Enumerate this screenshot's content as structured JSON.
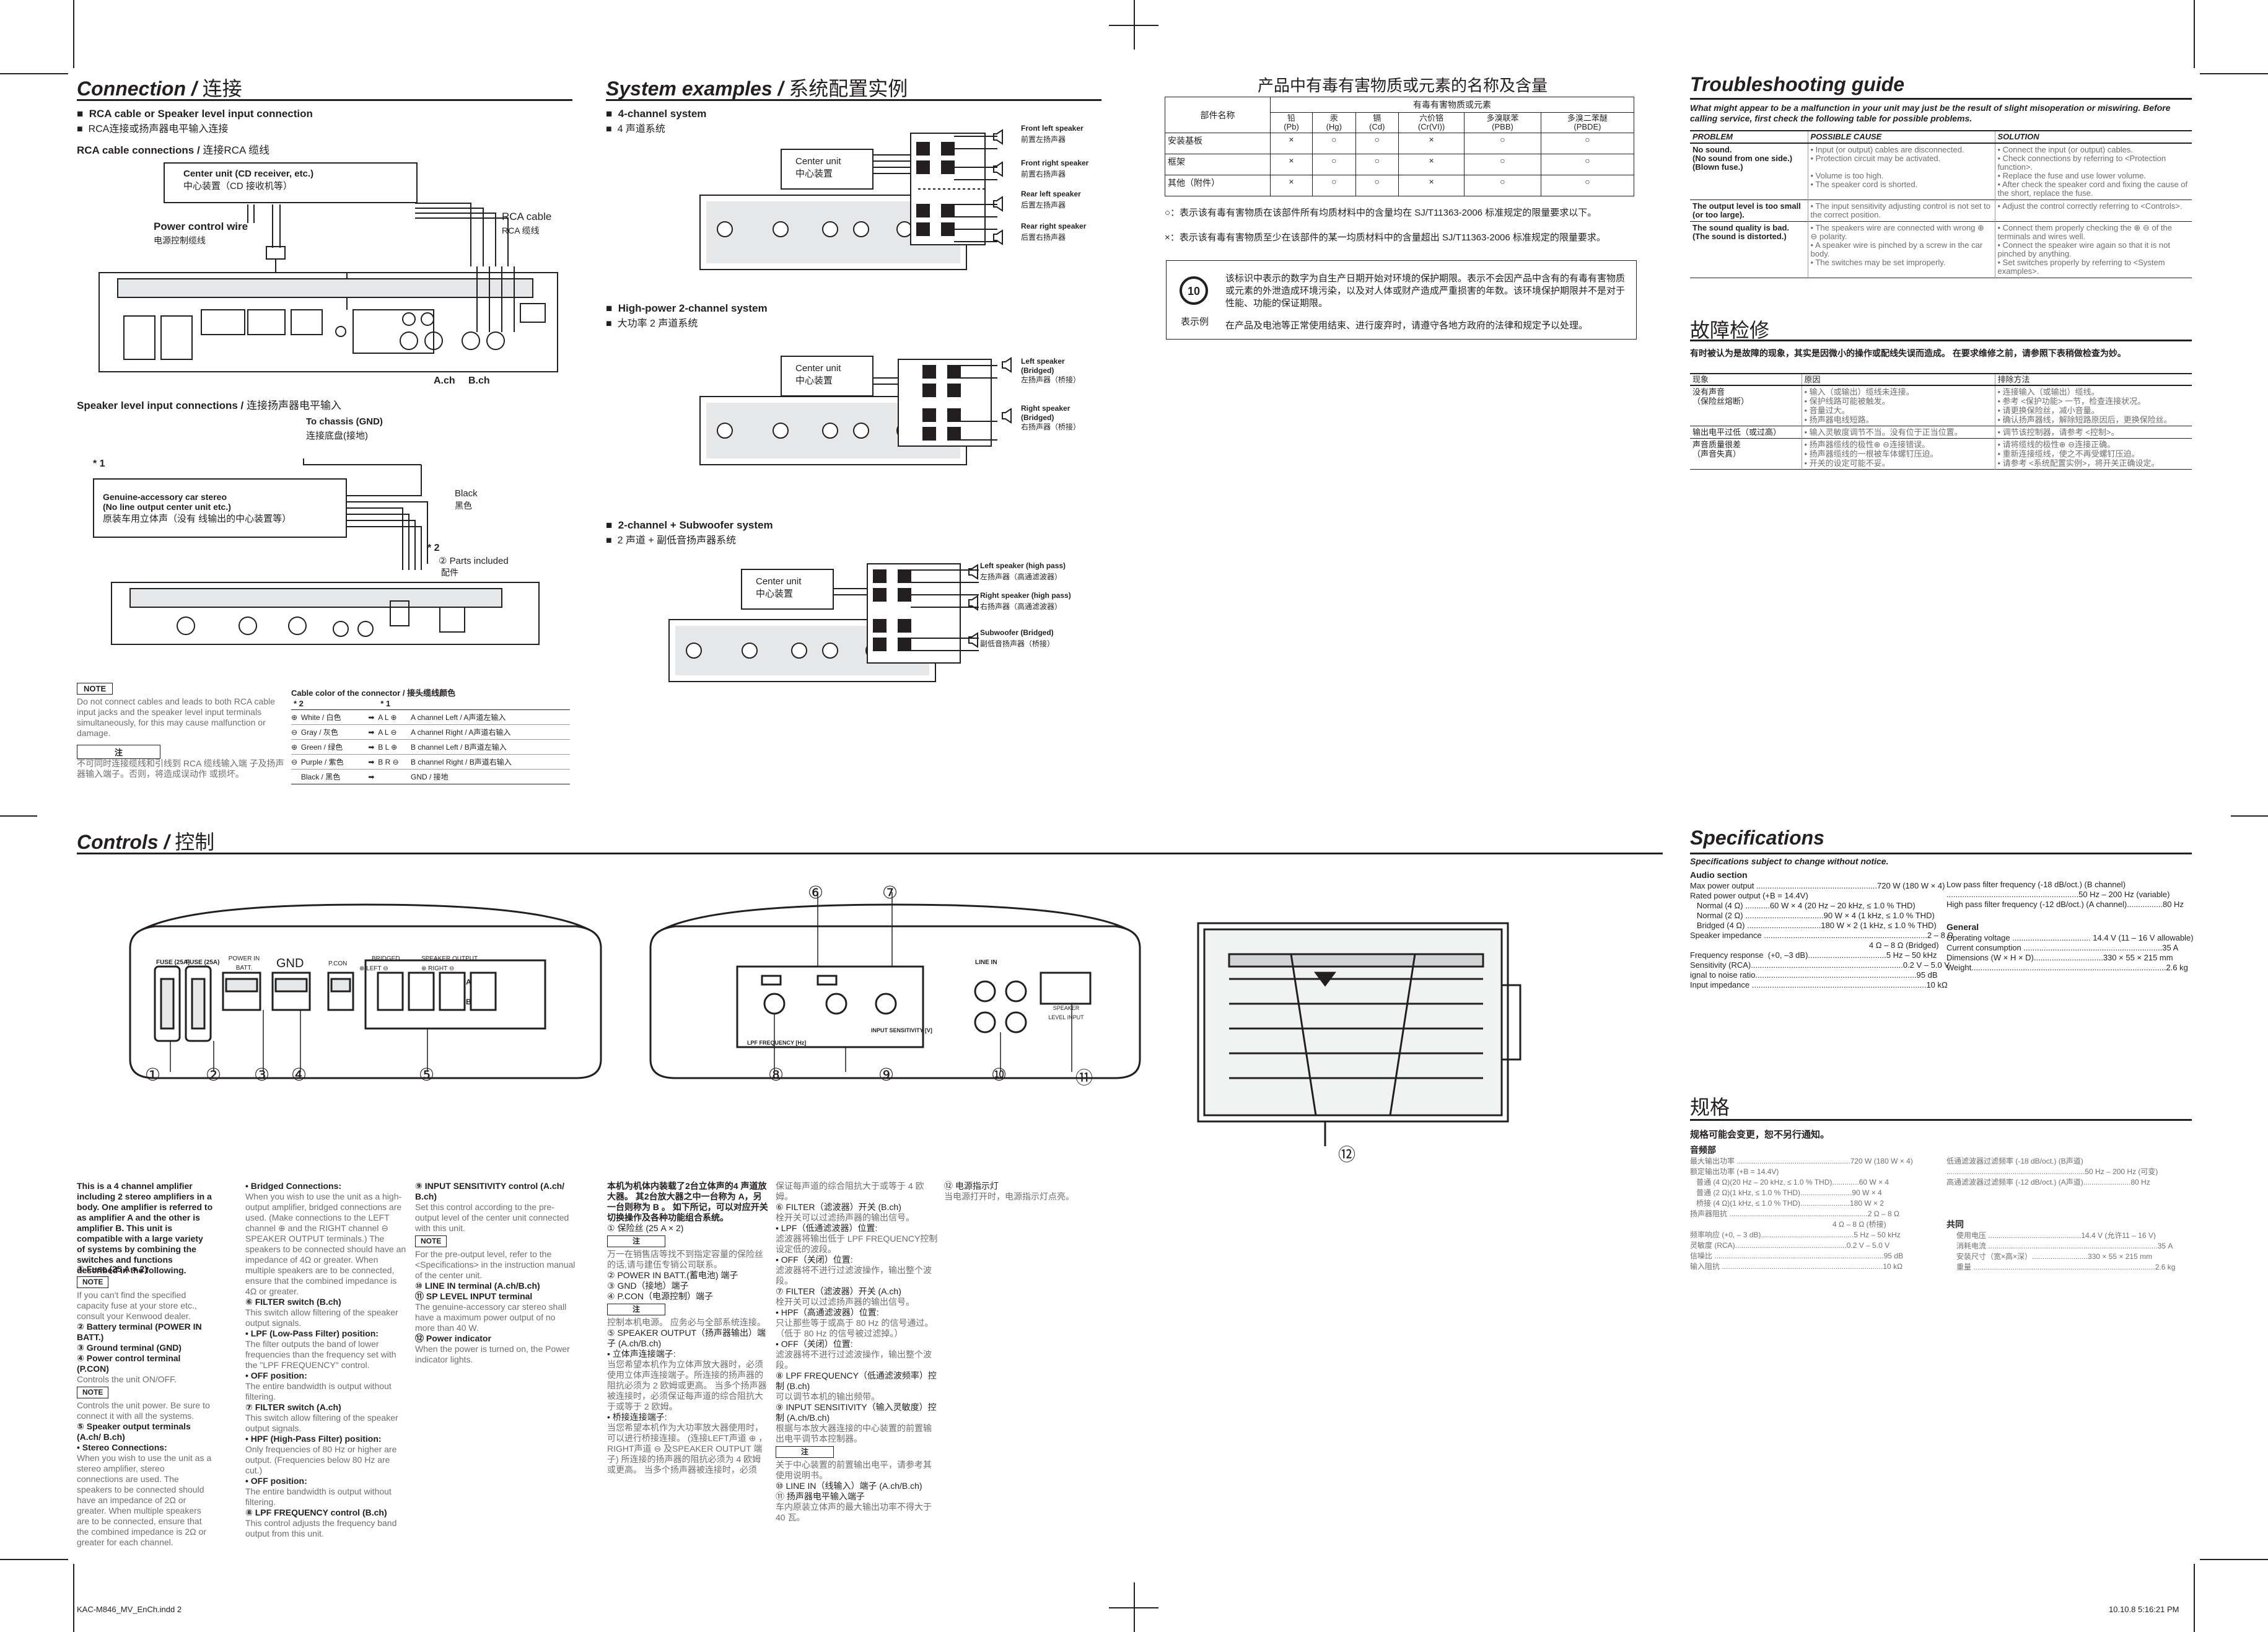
{
  "connection": {
    "title_en": "Connection",
    "title_cn": "连接",
    "rca_heading_en": "RCA cable or Speaker level input connection",
    "rca_heading_cn": "RCA连接或扬声器电平输入连接",
    "rca_sub": "RCA cable connections / ",
    "rca_sub_cn": "连接RCA 缆线",
    "center_unit_en": "Center unit (CD receiver, etc.)",
    "center_unit_cn": "中心装置（CD 接收机等）",
    "power_wire_en": "Power control wire",
    "power_wire_cn": "电源控制缆线",
    "rca_cable_en": "RCA cable",
    "rca_cable_cn": "RCA 缆线",
    "ach": "A.ch",
    "bch": "B.ch",
    "speaker_sub": "Speaker level input connections / ",
    "speaker_sub_cn": "连接扬声器电平输入",
    "chassis_en": "To chassis (GND)",
    "chassis_cn": "连接底盘(接地)",
    "star1": "* 1",
    "genuine_en1": "Genuine-accessory car stereo",
    "genuine_en2": "(No line output center unit etc.)",
    "genuine_cn": "原装车用立体声（没有 线输出的中心装置等）",
    "black_en": "Black",
    "black_cn": "黑色",
    "star2": "* 2",
    "parts_en": "Parts included",
    "parts_cn": "配件",
    "note_label": "NOTE",
    "note_text": "Do not connect cables and leads to both RCA cable input jacks and the speaker level input terminals simultaneously, for this may cause malfunction or damage.",
    "note_label_cn": "注",
    "note_text_cn": "不可同时连接缆线和引线到 RCA 缆线输入端 子及扬声器输入端子。否则，将造成误动作 或损坏。",
    "cable_color_title": "Cable color of the connector / 接头缆线颜色",
    "cable_col2": "* 2",
    "cable_col1": "* 1",
    "cable_rows": [
      {
        "sign": "⊕",
        "color": "White / 白色",
        "arrow": "➡",
        "code": "A L ⊕",
        "desc": "A channel Left / A声道左输入"
      },
      {
        "sign": "⊖",
        "color": "Gray / 灰色",
        "arrow": "➡",
        "code": "A L ⊖",
        "desc": "A channel Right / A声道右输入"
      },
      {
        "sign": "⊕",
        "color": "Green / 绿色",
        "arrow": "➡",
        "code": "B L ⊕",
        "desc": "B channel Left / B声道左输入"
      },
      {
        "sign": "⊖",
        "color": "Purple / 紫色",
        "arrow": "➡",
        "code": "B R ⊖",
        "desc": "B channel Right / B声道右输入"
      },
      {
        "sign": "",
        "color": "Black / 黑色",
        "arrow": "➡",
        "code": "",
        "desc": "GND / 接地"
      }
    ]
  },
  "system": {
    "title_en": "System examples",
    "title_cn": "系统配置实例",
    "four_en": "4-channel system",
    "four_cn": "4 声道系统",
    "hp_en": "High-power 2-channel system",
    "hp_cn": "大功率 2 声道系统",
    "sub_en": "2-channel + Subwoofer system",
    "sub_cn": "2 声道 + 副低音扬声器系统",
    "center_en": "Center unit",
    "center_cn": "中心装置",
    "four_spk": [
      {
        "en": "Front left speaker",
        "cn": "前置左扬声器"
      },
      {
        "en": "Front right speaker",
        "cn": "前置右扬声器"
      },
      {
        "en": "Rear left speaker",
        "cn": "后置左扬声器"
      },
      {
        "en": "Rear right speaker",
        "cn": "后置右扬声器"
      }
    ],
    "hp_spk": [
      {
        "en": "Left speaker",
        "en2": "(Bridged)",
        "cn": "左扬声器（桥接）"
      },
      {
        "en": "Right speaker",
        "en2": "(Bridged)",
        "cn": "右扬声器（桥接）"
      }
    ],
    "sub_spk": [
      {
        "en": "Left speaker (high pass)",
        "cn": "左扬声器（高通滤波器）"
      },
      {
        "en": "Right speaker (high pass)",
        "cn": "右扬声器（高通滤波器）"
      },
      {
        "en": "Subwoofer (Bridged)",
        "cn": "副低音扬声器（桥接）"
      }
    ]
  },
  "hazard": {
    "title": "产品中有毒有害物质或元素的名称及含量",
    "col_part": "部件名称",
    "col_group": "有毒有害物质或元素",
    "cols": [
      {
        "cn": "铅",
        "sym": "(Pb)"
      },
      {
        "cn": "汞",
        "sym": "(Hg)"
      },
      {
        "cn": "镉",
        "sym": "(Cd)"
      },
      {
        "cn": "六价铬",
        "sym": "(Cr(VI))"
      },
      {
        "cn": "多溴联苯",
        "sym": "(PBB)"
      },
      {
        "cn": "多溴二苯醚",
        "sym": "(PBDE)"
      }
    ],
    "rows": [
      {
        "name": "安装基板",
        "vals": [
          "×",
          "○",
          "○",
          "×",
          "○",
          "○"
        ]
      },
      {
        "name": "框架",
        "vals": [
          "×",
          "○",
          "○",
          "×",
          "○",
          "○"
        ]
      },
      {
        "name": "其他（附件）",
        "vals": [
          "×",
          "○",
          "○",
          "×",
          "○",
          "○"
        ]
      }
    ],
    "note1": "○：表示该有毒有害物质在该部件所有均质材料中的含量均在 SJ/T11363-2006 标准规定的限量要求以下。",
    "note2": "×：表示该有毒有害物质至少在该部件的某一均质材料中的含量超出 SJ/T11363-2006 标准规定的限量要求。",
    "logo_num": "10",
    "logo_label": "表示例",
    "para1": "该标识中表示的数字为自生产日期开始对环境的保护期限。表示不会因产品中含有的有毒有害物质或元素的外泄造成环境污染，以及对人体或财产造成严重损害的年数。该环境保护期限并不是对于性能、功能的保证期限。",
    "para2": "在产品及电池等正常使用结束、进行废弃时，请遵守各地方政府的法律和规定予以处理。"
  },
  "trouble": {
    "title": "Troubleshooting guide",
    "intro": "What might appear to be a malfunction in your unit may just be the result of slight misoperation or miswiring. Before calling service, first check the following table for possible problems.",
    "h_problem": "PROBLEM",
    "h_cause": "POSSIBLE CAUSE",
    "h_solution": "SOLUTION",
    "rows": [
      {
        "problem": "No sound.\n(No sound from one side.)\n(Blown fuse.)",
        "causes": [
          "Input (or output) cables are disconnected.",
          "Protection circuit may be activated.",
          "",
          "Volume is too high.",
          "The speaker cord is shorted."
        ],
        "solutions": [
          "Connect the input (or output) cables.",
          "Check connections by referring to <Protection function>.",
          "Replace the fuse and use lower volume.",
          "After check the speaker cord and fixing the cause of the short, replace the fuse."
        ]
      },
      {
        "problem": "The output level is too small (or too large).",
        "causes": [
          "The input sensitivity adjusting control is not set to the correct position."
        ],
        "solutions": [
          "Adjust the control correctly referring to <Controls>."
        ]
      },
      {
        "problem": "The sound quality is bad.\n(The sound is distorted.)",
        "causes": [
          "The speakers wire are connected with wrong ⊕ ⊖ polarity.",
          "A speaker wire is pinched by a screw in the car body.",
          "The switches may be set improperly."
        ],
        "solutions": [
          "Connect them properly checking the ⊕ ⊖ of the terminals and wires well.",
          "Connect the speaker wire again so that it is not pinched by anything.",
          "Set switches properly by referring to <System examples>."
        ]
      }
    ],
    "cn_title": "故障检修",
    "cn_intro": "有时被认为是故障的现象，其实是因微小的操作或配线失误而造成。 在要求维修之前，请参照下表稍做检查为妙。",
    "cn_h": [
      "现象",
      "原因",
      "排除方法"
    ],
    "cn_rows": [
      {
        "p": "没有声音\n（保险丝熔断）",
        "c": [
          "输入（或输出）缆线未连接。",
          "保护线路可能被触发。",
          "音量过大。",
          "扬声器电线短路。"
        ],
        "s": [
          "连接输入（或输出）缆线。",
          "参考 <保护功能> 一节，检查连接状况。",
          "请更换保险丝，减小音量。",
          "确认扬声器线，解除短路原因后，更换保险丝。"
        ]
      },
      {
        "p": "输出电平过低（或过高）",
        "c": [
          "输入灵敏度调节不当。没有位于正当位置。"
        ],
        "s": [
          "调节该控制器，请参考 <控制>。"
        ]
      },
      {
        "p": "声音质量很差\n（声音失真）",
        "c": [
          "扬声器缆线的极性⊕ ⊖连接错误。",
          "扬声器缆线的一根被车体螺钉压迫。",
          "开关的设定可能不妥。"
        ],
        "s": [
          "请将缆线的极性⊕ ⊖连接正确。",
          "重新连接缆线，使之不再受螺钉压迫。",
          "请参考 <系统配置实例>，将开关正确设定。"
        ]
      }
    ]
  },
  "specs": {
    "title": "Specifications",
    "subject": "Specifications subject to change without notice.",
    "audio": "Audio section",
    "left": [
      "Max power output ......................................................720 W (180 W × 4)",
      "Rated power output (+B = 14.4V)",
      "   Normal (4 Ω) ...........60 W × 4 (20 Hz – 20 kHz, ≤ 1.0 % THD)",
      "   Normal (2 Ω) ...................................90 W × 4 (1 kHz, ≤ 1.0 % THD)",
      "   Bridged (4 Ω) .................................180 W × 2 (1 kHz, ≤ 1.0 % THD)",
      "Speaker impedance .........................................................................2 – 8 Ω",
      "                                                                                4 Ω – 8 Ω (Bridged)",
      "Frequency response  (+0, –3 dB)...................................5 Hz – 50 kHz",
      "Sensitivity (RCA)....................................................................0.2 V – 5.0 V",
      "ignal to noise ratio........................................................................95 dB",
      "Input impedance ..............................................................................10 kΩ"
    ],
    "right": [
      "Low pass filter frequency (-18 dB/oct.) (B channel)",
      "...........................................................50 Hz – 200 Hz (variable)",
      "High pass filter frequency (-12 dB/oct.) (A channel)................80 Hz"
    ],
    "general": "General",
    "general_lines": [
      "Operating voltage ................................... 14.4 V (11 – 16 V allowable)",
      "Current consumption ..............................................................35 A",
      "Dimensions (W × H × D)...............................330 × 55 × 215 mm",
      "Weight.......................................................................................2.6 kg"
    ],
    "cn_title": "规格",
    "cn_subject": "规格可能会变更，恕不另行通知。",
    "cn_audio": "音频部",
    "cn_left": [
      "最大输出功率 .......................................................720 W (180 W × 4)",
      "额定输出功率 (+B = 14.4V)",
      "   普通 (4 Ω)(20 Hz – 20 kHz, ≤ 1.0 % THD).............60 W × 4",
      "   普通 (2 Ω)(1 kHz, ≤ 1.0 % THD).........................90 W × 4",
      "   桥接 (4 Ω)(1 kHz, ≤ 1.0 % THD)........................180 W × 2",
      "扬声器阻抗 ...................................................................2 Ω – 8 Ω",
      "                                                                     4 Ω – 8 Ω (桥接)",
      "频率响应 (+0, – 3 dB).............................................5 Hz – 50 kHz",
      "灵敏度 (RCA)......................................................0.2 V – 5.0 V",
      "信噪比 ..................................................................................95 dB",
      "输入阻抗 ..............................................................................10 kΩ"
    ],
    "cn_right": [
      "低通滤波器过滤频率 (-18 dB/oct.) (B声道)",
      "...................................................................50 Hz – 200 Hz (可变)",
      "高通滤波器过滤频率 (-12 dB/oct.) (A声道).......................80 Hz"
    ],
    "cn_general": "共同",
    "cn_general_lines": [
      "使用电压 .............................................14.4 V (允许11 – 16 V)",
      "消耗电流 ..................................................................................35 A",
      "安装尺寸（宽×高×深）...........................330 × 55 × 215 mm",
      "重量 ........................................................................................2.6 kg"
    ]
  },
  "controls": {
    "title_en": "Controls",
    "title_cn": "控制",
    "callouts": [
      "①",
      "②",
      "③",
      "④",
      "⑤",
      "⑥",
      "⑦",
      "⑧",
      "⑨",
      "⑩",
      "⑪",
      "⑫"
    ],
    "panel_labels": {
      "fuse_a": "FUSE (25A)",
      "fuse_b": "FUSE (25A)",
      "power": "POWER IN BATT.",
      "gnd": "GND",
      "pcon": "P.CON",
      "bridged": "BRIDGED",
      "left": "⊕ LEFT ⊖",
      "right": "⊕ RIGHT ⊖",
      "spk_out": "SPEAKER OUTPUT",
      "a": "A",
      "b": "B",
      "line_in": "LINE IN",
      "spk_level": "SPEAKER LEVEL INPUT",
      "lpf": "LPF FREQUENCY [Hz]",
      "input_sens": "INPUT SENSITIVITY [V]"
    },
    "col1_intro": "This is a 4 channel amplifier including 2 stereo amplifiers in a body. One amplifier is referred to as amplifier A and the other is amplifier B. This unit is compatible with a large variety of systems by combining the switches and functions described in the following.",
    "col1": [
      {
        "t": "h",
        "v": "① Fuse (25 A × 2)"
      },
      {
        "t": "note",
        "v": "NOTE"
      },
      {
        "t": "p",
        "v": "If you can't find the specified capacity fuse at your store etc., consult your Kenwood dealer."
      },
      {
        "t": "h",
        "v": "② Battery terminal (POWER IN BATT.)"
      },
      {
        "t": "h",
        "v": "③ Ground terminal (GND)"
      },
      {
        "t": "h",
        "v": "④ Power control terminal (P.CON)"
      },
      {
        "t": "p",
        "v": "Controls the unit ON/OFF."
      },
      {
        "t": "note",
        "v": "NOTE"
      },
      {
        "t": "p",
        "v": "Controls the unit power. Be sure to connect it with all the systems."
      },
      {
        "t": "h",
        "v": "⑤ Speaker output terminals (A.ch/ B.ch)"
      },
      {
        "t": "h",
        "v": "•   Stereo Connections:"
      },
      {
        "t": "p",
        "v": "When you wish to use the unit as a stereo amplifier, stereo connections are used. The speakers to be connected should have an impedance of 2Ω or greater. When multiple speakers are to be connected, ensure that the combined impedance is 2Ω or greater for each channel."
      }
    ],
    "col2": [
      {
        "t": "h",
        "v": "•   Bridged Connections:"
      },
      {
        "t": "p",
        "v": "When you wish to use the unit as a high-output amplifier, bridged connections are used. (Make connections to the LEFT channel ⊕ and the RIGHT channel ⊖ SPEAKER OUTPUT terminals.) The speakers to be connected should have an impedance of 4Ω or greater. When multiple speakers are to be connected, ensure that the combined impedance is 4Ω or greater."
      },
      {
        "t": "h",
        "v": "⑥ FILTER switch (B.ch)"
      },
      {
        "t": "p",
        "v": "This switch allow filtering of the speaker output signals."
      },
      {
        "t": "h",
        "v": "•   LPF (Low-Pass Filter) position:"
      },
      {
        "t": "p",
        "v": "The filter outputs the band of lower frequencies than the frequency set with the \"LPF FREQUENCY\" control."
      },
      {
        "t": "h",
        "v": "•   OFF position:"
      },
      {
        "t": "p",
        "v": "The entire bandwidth is output without filtering."
      },
      {
        "t": "h",
        "v": "⑦ FILTER switch (A.ch)"
      },
      {
        "t": "p",
        "v": "This switch allow filtering of the speaker output signals."
      },
      {
        "t": "h",
        "v": "•   HPF (High-Pass Filter) position:"
      },
      {
        "t": "p",
        "v": "Only frequencies of 80 Hz or higher are output. (Frequencies below 80 Hz are cut.)"
      },
      {
        "t": "h",
        "v": "•   OFF position:"
      },
      {
        "t": "p",
        "v": "The entire bandwidth is output without filtering."
      },
      {
        "t": "h",
        "v": "⑧ LPF FREQUENCY control (B.ch)"
      },
      {
        "t": "p",
        "v": "This control adjusts the frequency band output from this unit."
      }
    ],
    "col3": [
      {
        "t": "h",
        "v": "⑨ INPUT SENSITIVITY control (A.ch/ B.ch)"
      },
      {
        "t": "p",
        "v": "Set this control according to the pre-output level of the center unit connected with this unit."
      },
      {
        "t": "note",
        "v": "NOTE"
      },
      {
        "t": "p",
        "v": "For the pre-output level, refer to the <Specifications> in the instruction manual of the center unit."
      },
      {
        "t": "h",
        "v": "⑩ LINE IN terminal (A.ch/B.ch)"
      },
      {
        "t": "h",
        "v": "⑪ SP LEVEL INPUT terminal"
      },
      {
        "t": "p",
        "v": "The genuine-accessory car stereo shall have a maximum power output of no more than 40 W."
      },
      {
        "t": "h",
        "v": "⑫ Power indicator"
      },
      {
        "t": "p",
        "v": "When the power is turned on, the Power indicator lights."
      }
    ],
    "col4": [
      {
        "t": "h",
        "v": "本机为机体内装载了2台立体声的4 声道放大器。 其2台放大器之中一台称为 A，另一台则称为 B 。 如下所记，可以对应开关切换操作及各种功能组合系统。"
      },
      {
        "t": "p",
        "v": "① 保险丝 (25 A × 2)"
      },
      {
        "t": "note",
        "v": "注"
      },
      {
        "t": "p",
        "v": "万一在销售店等找不到指定容量的保险丝的话,请与建伍专销公司联系。"
      },
      {
        "t": "p",
        "v": "② POWER IN BATT.(蓄电池) 端子"
      },
      {
        "t": "p",
        "v": "③ GND（接地）端子"
      },
      {
        "t": "p",
        "v": "④ P.CON（电源控制）端子"
      },
      {
        "t": "note",
        "v": "注"
      },
      {
        "t": "p",
        "v": "控制本机电源。 应务必与全部系统连接。"
      },
      {
        "t": "p",
        "v": "⑤ SPEAKER OUTPUT（扬声器输出）端子 (A.ch/B.ch)"
      },
      {
        "t": "p",
        "v": "•  立体声连接端子:"
      },
      {
        "t": "p",
        "v": "当您希望本机作为立体声放大器时，必须使用立体声连接端子。所连接的扬声器的阻抗必须为 2 欧姆或更高。 当多个扬声器被连接时，必须保证每声道的综合阻抗大于或等于 2 欧姆。"
      },
      {
        "t": "p",
        "v": "•  桥接连接端子:"
      },
      {
        "t": "p",
        "v": "当您希望本机作为大功率放大器使用时，可以进行桥接连接。 (连接LEFT声道 ⊕ ，RIGHT声道 ⊖ 及SPEAKER OUTPUT 端子) 所连接的扬声器的阻抗必须为 4 欧姆或更高。 当多个扬声器被连接时，必须"
      }
    ],
    "col5": [
      {
        "t": "p",
        "v": "保证每声道的综合阻抗大于或等于 4 欧姆。"
      },
      {
        "t": "p",
        "v": "⑥ FILTER（滤波器）开关 (B.ch)"
      },
      {
        "t": "p",
        "v": "栓开关可以过滤扬声器的输出信号。"
      },
      {
        "t": "p",
        "v": "•  LPF（低通滤波器）位置:"
      },
      {
        "t": "p",
        "v": "滤波器将输出低于 LPF FREQUENCY控制设定低的波段。"
      },
      {
        "t": "p",
        "v": "•  OFF（关闭）位置:"
      },
      {
        "t": "p",
        "v": "滤波器将不进行过滤波操作，输出整个波段。"
      },
      {
        "t": "p",
        "v": "⑦ FILTER（滤波器）开关 (A.ch)"
      },
      {
        "t": "p",
        "v": "栓开关可以过滤扬声器的输出信号。"
      },
      {
        "t": "p",
        "v": "•  HPF（高通滤波器）位置:"
      },
      {
        "t": "p",
        "v": "只让那些等于或高于 80 Hz 的信号通过。（低于 80 Hz 的信号被过滤掉。）"
      },
      {
        "t": "p",
        "v": "•  OFF（关闭）位置:"
      },
      {
        "t": "p",
        "v": "滤波器将不进行过滤波操作，输出整个波段。"
      },
      {
        "t": "p",
        "v": "⑧ LPF FREQUENCY（低通滤波频率）控制 (B.ch)"
      },
      {
        "t": "p",
        "v": "可以调节本机的输出频带。"
      },
      {
        "t": "p",
        "v": "⑨ INPUT SENSITIVITY（输入灵敏度）控制 (A.ch/B.ch)"
      },
      {
        "t": "p",
        "v": "根据与本放大器连接的中心装置的前置输出电平调节本控制器。"
      },
      {
        "t": "note",
        "v": "注"
      },
      {
        "t": "p",
        "v": "关于中心装置的前置输出电平，请参考其使用说明书。"
      },
      {
        "t": "p",
        "v": "⑩ LINE IN（线输入）端子 (A.ch/B.ch)"
      },
      {
        "t": "p",
        "v": "⑪ 扬声器电平输入端子"
      },
      {
        "t": "p",
        "v": "车内原装立体声的最大输出功率不得大于 40 瓦。"
      }
    ],
    "col6": [
      {
        "t": "p",
        "v": "⑫ 电源指示灯"
      },
      {
        "t": "p",
        "v": "当电源打开时，电源指示灯点亮。"
      }
    ]
  },
  "footer": {
    "left": "KAC-M846_MV_EnCh.indd   2",
    "right": "10.10.8   5:16:21 PM"
  }
}
